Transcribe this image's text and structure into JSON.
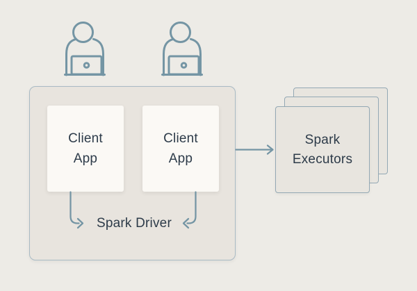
{
  "diagram": {
    "type": "architecture-diagram",
    "users": {
      "icon": "person-at-laptop-icon",
      "count": 2
    },
    "driver_group": {
      "label": "Spark Driver",
      "client_apps": [
        {
          "label": "Client App"
        },
        {
          "label": "Client App"
        }
      ]
    },
    "executors": {
      "label": "Spark Executors",
      "stack_count": 3
    },
    "edges": [
      {
        "from": "client-app-1",
        "to": "spark-driver-label",
        "style": "elbow-down-right"
      },
      {
        "from": "client-app-2",
        "to": "spark-driver-label",
        "style": "elbow-down-left"
      },
      {
        "from": "driver-container",
        "to": "spark-executors",
        "style": "straight-right"
      }
    ],
    "colors": {
      "background": "#edebe6",
      "container_fill": "#e8e4de",
      "container_border": "#a9bac4",
      "client_box_fill": "#fbf9f5",
      "executor_fill": "#e8e5df",
      "executor_border": "#93a8b4",
      "accent": "#7495a4",
      "text": "#2d3b49"
    }
  }
}
